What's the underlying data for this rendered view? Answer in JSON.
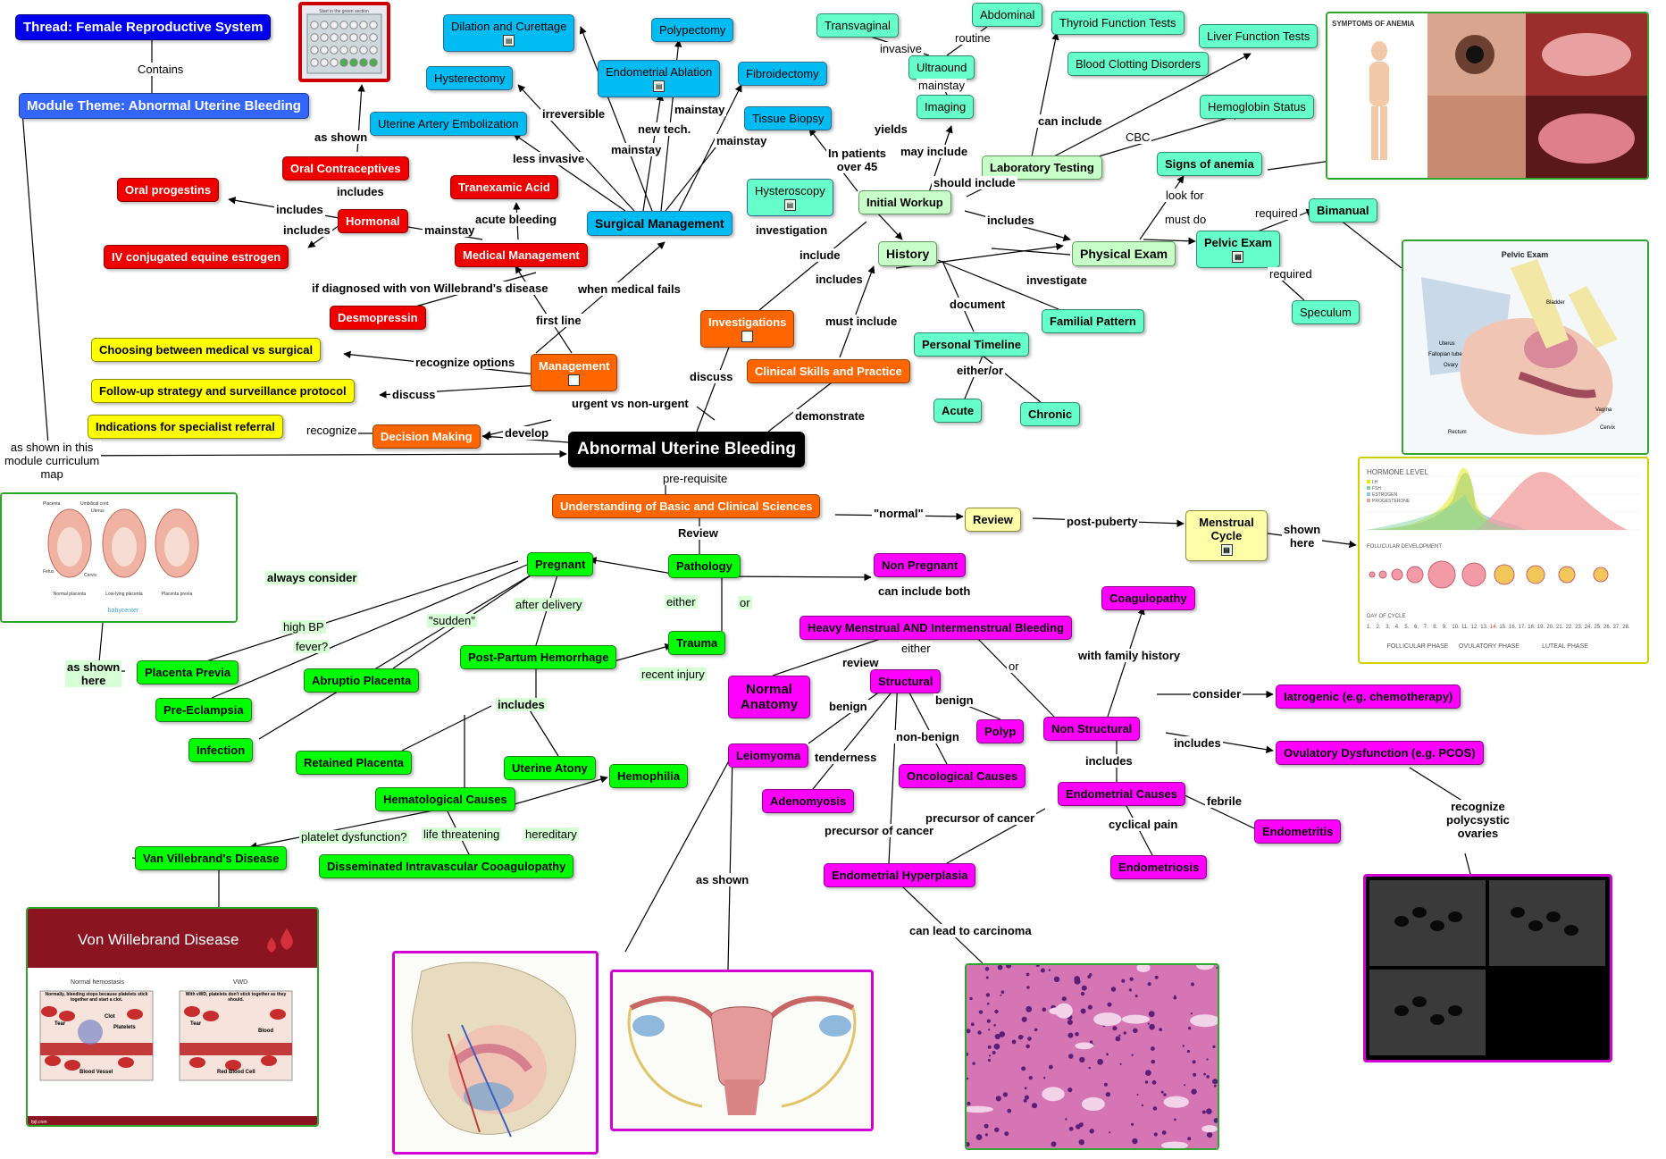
{
  "nodes": {
    "thread": "Thread: Female Reproductive System",
    "module_theme": "Module Theme: Abnormal Uterine Bleeding",
    "root": "Abnormal Uterine Bleeding",
    "surgical_management": "Surgical Management",
    "dilation": "Dilation and Curettage",
    "polypectomy": "Polypectomy",
    "endometrial_ablation": "Endometrial Ablation",
    "fibroidectomy": "Fibroidectomy",
    "hysterectomy": "Hysterectomy",
    "uae": "Uterine Artery Embolization",
    "tissue_biopsy": "Tissue Biopsy",
    "hysteroscopy": "Hysteroscopy",
    "oral_contraceptives": "Oral Contraceptives",
    "oral_progestins": "Oral progestins",
    "hormonal": "Hormonal",
    "iv_estrogen": "IV conjugated equine estrogen",
    "tranexamic": "Tranexamic Acid",
    "medical_management": "Medical Management",
    "desmopressin": "Desmopressin",
    "management": "Management",
    "investigations": "Investigations",
    "clinical_skills": "Clinical Skills and Practice",
    "decision_making": "Decision Making",
    "choosing": "Choosing between medical vs surgical",
    "followup": "Follow-up strategy and surveillance protocol",
    "indications": "Indications for specialist referral",
    "transvaginal": "Transvaginal",
    "abdominal": "Abdominal",
    "ultraound": "Ultraound",
    "imaging": "Imaging",
    "thyroid": "Thyroid Function Tests",
    "liver": "Liver Function Tests",
    "blood_clotting": "Blood Clotting Disorders",
    "hemoglobin": "Hemoglobin Status",
    "lab_testing": "Laboratory Testing",
    "signs_anemia": "Signs of anemia",
    "initial_workup": "Initial Workup",
    "history": "History",
    "physical_exam": "Physical Exam",
    "pelvic_exam": "Pelvic Exam",
    "bimanual": "Bimanual",
    "speculum": "Speculum",
    "familial": "Familial Pattern",
    "personal_timeline": "Personal Timeline",
    "acute": "Acute",
    "chronic": "Chronic",
    "understanding": "Understanding of Basic and Clinical Sciences",
    "review": "Review",
    "menstrual_cycle": "Menstrual Cycle",
    "pathology": "Pathology",
    "pregnant": "Pregnant",
    "non_pregnant": "Non Pregnant",
    "trauma": "Trauma",
    "pph": "Post-Partum Hemorrhage",
    "placenta_previa": "Placenta Previa",
    "pre_eclampsia": "Pre-Eclampsia",
    "infection": "Infection",
    "abruptio": "Abruptio Placenta",
    "retained": "Retained Placenta",
    "atony": "Uterine Atony",
    "hemophilia": "Hemophilia",
    "hematological": "Hematological Causes",
    "vwd": "Van Villebrand's Disease",
    "dic": "Disseminated Intravascular Cooagulopathy",
    "heavy": "Heavy Menstrual AND Intermenstrual Bleeding",
    "coagulopathy": "Coagulopathy",
    "structural": "Structural",
    "non_structural": "Non Structural",
    "normal_anatomy": "Normal Anatomy",
    "leiomyoma": "Leiomyoma",
    "polyp": "Polyp",
    "oncological": "Oncological Causes",
    "adenomyosis": "Adenomyosis",
    "endometrial_hyperplasia": "Endometrial Hyperplasia",
    "endometrial_causes": "Endometrial Causes",
    "endometritis": "Endometritis",
    "endometriosis": "Endometriosis",
    "iatrogenic": "Iatrogenic (e.g. chemotherapy)",
    "ovulatory": "Ovulatory Dysfunction (e.g. PCOS)"
  },
  "links": {
    "contains": "Contains",
    "as_shown_module": "as shown in this\nmodule curriculum\nmap",
    "as_shown": "as shown",
    "includes": "includes",
    "irreversible": "irreversible",
    "less_invasive": "less invasive",
    "mainstay": "mainstay",
    "new_tech": "new tech.",
    "acute_bleeding": "acute bleeding",
    "if_vwd": "if diagnosed with von Willebrand's disease",
    "when_medical_fails": "when medical fails",
    "first_line": "first line",
    "recognize_options": "recognize options",
    "discuss": "discuss",
    "recognize": "recognize",
    "develop": "develop",
    "urgent": "urgent vs non-urgent",
    "investigation": "investigation",
    "include": "include",
    "must_include": "must include",
    "demonstrate": "demonstrate",
    "invasive": "invasive",
    "routine": "routine",
    "yields": "yields",
    "in_patients": "In patients\nover 45",
    "may_include": "may include",
    "can_include": "can include",
    "cbc": "CBC",
    "should_include": "should include",
    "look_for": "look for",
    "must_do": "must do",
    "required": "required",
    "investigate": "investigate",
    "document": "document",
    "either_or": "either/or",
    "pre_requisite": "pre-requisite",
    "normal": "\"normal\"",
    "post_puberty": "post-puberty",
    "shown_here": "shown\nhere",
    "review_label": "Review",
    "either": "either",
    "or": "or",
    "can_include_both": "can include both",
    "review": "review",
    "always_consider": "always consider",
    "high_bp": "high BP",
    "fever": "fever?",
    "sudden": "\"sudden\"",
    "after_delivery": "after delivery",
    "recent_injury": "recent injury",
    "as_shown_here": "as shown\nhere",
    "platelet": "platelet dysfunction?",
    "life_threatening": "life threatening",
    "hereditary": "hereditary",
    "benign": "benign",
    "tenderness": "tenderness",
    "non_benign": "non-benign",
    "precursor": "precursor of cancer",
    "with_family": "with family history",
    "consider": "consider",
    "febrile": "febrile",
    "cyclical_pain": "cyclical pain",
    "recognize_poly": "recognize\npolycsystic\novaries",
    "can_lead": "can lead to carcinoma"
  },
  "images": {
    "anemia_title": "SYMPTOMS OF ANEMIA",
    "pelvic_title": "Pelvic Exam",
    "pelvic_labels": [
      "Bladder",
      "Uterus",
      "Fallopian tube",
      "Ovary",
      "Vagina",
      "Rectum",
      "Cervix"
    ],
    "placenta_labels": [
      "Placenta",
      "Umbilical cord",
      "Uterus",
      "Fetus",
      "Cervix",
      "Normal placenta",
      "Low-lying placenta",
      "Placenta previa"
    ],
    "placenta_brand": "babycenter",
    "hormone_title": "HORMONE LEVEL",
    "hormone_legend": [
      "LH",
      "FSH",
      "ESTROGEN",
      "PROGESTERONE"
    ],
    "follicular_title": "FOLLICULAR DEVELOPMENT",
    "day_label": "DAY OF CYCLE",
    "phases": [
      "FOLLICULAR PHASE",
      "OVULATORY PHASE",
      "LUTEAL PHASE"
    ],
    "vwd_title": "Von Willebrand Disease",
    "vwd_cols": [
      "Normal hemostasis",
      "VWD"
    ],
    "vwd_desc": [
      "Normally, bleeding stops because platelets stick together and start a clot.",
      "With vWD, platelets don't stick together as they should."
    ],
    "vwd_labels": [
      "Clot",
      "Tear",
      "Platelets",
      "Tear",
      "Blood"
    ],
    "vwd_bottom": [
      "Blood Vessel",
      "Red Blood Cell"
    ],
    "vwd_brand": "fpjt.com",
    "pill_caption": "Start in the green section"
  },
  "colors": {
    "blue": "#00bcf2",
    "red": "#ee0000",
    "orange": "#ff6600",
    "yellow": "#ffff00",
    "teal": "#66ffcc",
    "lightgreen": "#c8ffc8",
    "green": "#00ff00",
    "magenta": "#ff00ff",
    "root": "#000000",
    "thread": "#0000ee",
    "module": "#3366ff"
  },
  "icons": [
    "document-icon",
    "blood-drop-icon",
    "arrow-icon"
  ]
}
